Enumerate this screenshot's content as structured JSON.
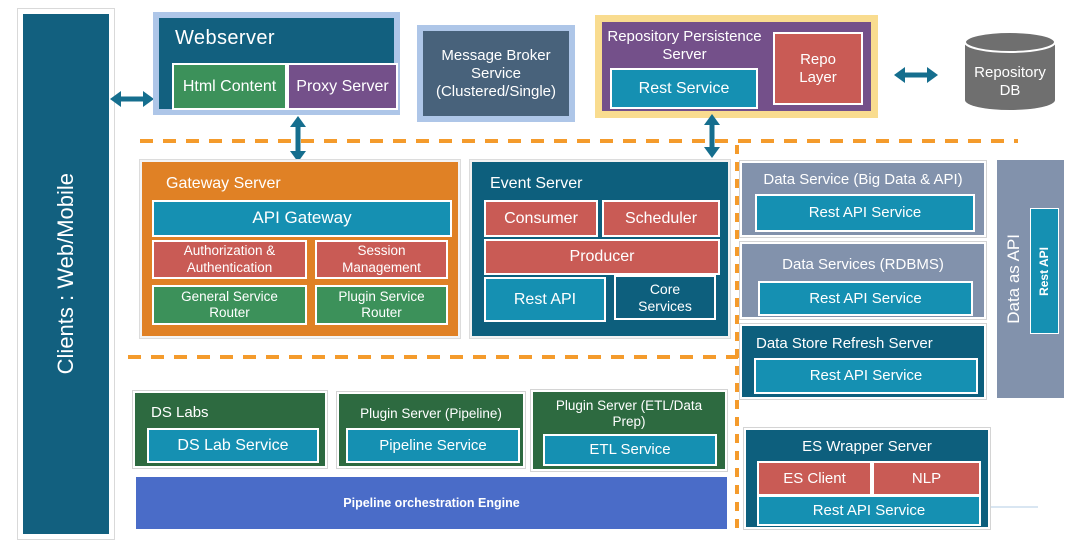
{
  "palette": {
    "teal": "#12607F",
    "teal_dark": "#0D5F7D",
    "teal_light": "#1590B2",
    "green": "#3C915A",
    "green_dark": "#2D6A40",
    "purple": "#74508A",
    "red": "#C95B55",
    "orange": "#E08125",
    "slate": "#48627B",
    "gray_blue": "#8292AC",
    "border_blue": "#AEC6E8",
    "border_yellow": "#F9DC8F",
    "blue": "#4A6CC8",
    "gray_db": "#6F6F6F",
    "arrow": "#156E8E",
    "dash": "#F49B2C"
  },
  "clients": {
    "label": "Clients : Web/Mobile"
  },
  "webserver": {
    "title": "Webserver",
    "html_content": "Html Content",
    "proxy_server": "Proxy Server"
  },
  "message_broker": {
    "title": "Message Broker Service (Clustered/Single)"
  },
  "repository_persistence": {
    "title": "Repository Persistence Server",
    "rest_service": "Rest Service",
    "repo_layer": "Repo Layer"
  },
  "repository_db": {
    "label": "Repository DB"
  },
  "gateway": {
    "title": "Gateway Server",
    "api_gateway": "API Gateway",
    "auth": "Authorization & Authentication",
    "session": "Session Management",
    "general_router": "General Service Router",
    "plugin_router": "Plugin Service Router"
  },
  "event_server": {
    "title": "Event Server",
    "consumer": "Consumer",
    "scheduler": "Scheduler",
    "producer": "Producer",
    "rest_api": "Rest API",
    "core_services": "Core Services"
  },
  "data_services": {
    "big_data": {
      "title": "Data Service (Big Data & API)",
      "rest": "Rest API Service"
    },
    "rdbms": {
      "title": "Data Services (RDBMS)",
      "rest": "Rest API Service"
    },
    "refresh": {
      "title": "Data Store Refresh Server",
      "rest": "Rest API Service"
    },
    "data_as_api": {
      "label": "Data as API",
      "rest": "Rest API"
    }
  },
  "es_wrapper": {
    "title": "ES Wrapper Server",
    "es_client": "ES Client",
    "nlp": "NLP",
    "rest": "Rest API Service"
  },
  "labs": {
    "ds_labs": {
      "title": "DS Labs",
      "service": "DS Lab Service"
    },
    "plugin_pipeline": {
      "title": "Plugin Server (Pipeline)",
      "service": "Pipeline Service"
    },
    "plugin_etl": {
      "title": "Plugin Server (ETL/Data Prep)",
      "service": "ETL Service"
    }
  },
  "pipeline_engine": {
    "label": "Pipeline orchestration Engine"
  }
}
